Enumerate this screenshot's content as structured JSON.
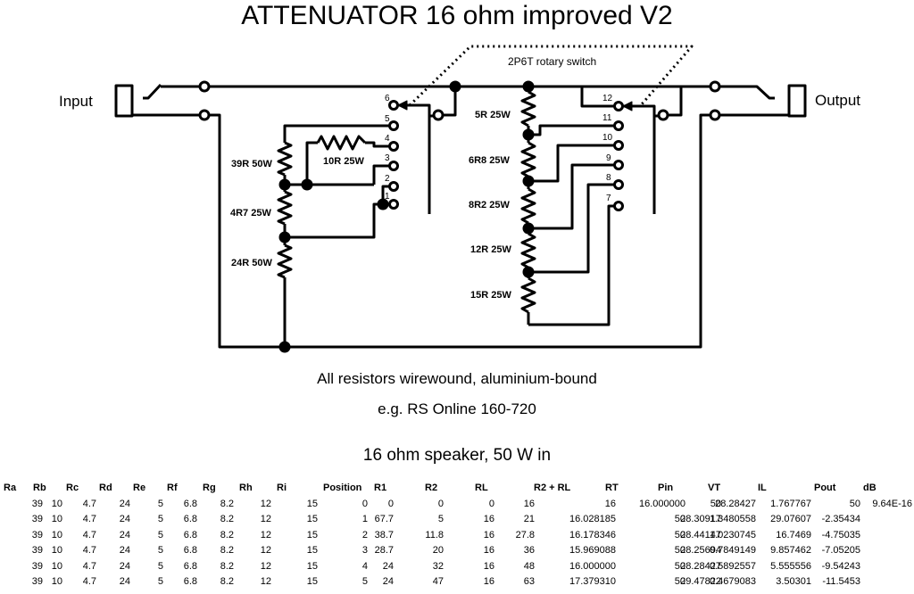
{
  "title": "ATTENUATOR 16 ohm improved V2",
  "schematic": {
    "input_label": "Input",
    "output_label": "Output",
    "switch_label": "2P6T rotary switch",
    "left_positions": [
      "6",
      "5",
      "4",
      "3",
      "2",
      "1"
    ],
    "right_positions": [
      "12",
      "11",
      "10",
      "9",
      "8",
      "7"
    ],
    "left_resistors": [
      "39R 50W",
      "4R7 25W",
      "24R 50W"
    ],
    "shunt_resistor": "10R 25W",
    "right_resistors": [
      "5R 25W",
      "6R8 25W",
      "8R2 25W",
      "12R 25W",
      "15R 25W"
    ]
  },
  "notes": {
    "line1": "All resistors wirewound, aluminium-bound",
    "line2": "e.g. RS Online 160-720",
    "table_title": "16 ohm speaker, 50 W in"
  },
  "table": {
    "headers": [
      "Ra",
      "Rb",
      "Rc",
      "Rd",
      "Re",
      "Rf",
      "Rg",
      "Rh",
      "Ri",
      "Position",
      "R1",
      "R2",
      "RL",
      "R2 + RL",
      "RT",
      "Pin",
      "VT",
      "IL",
      "Pout",
      "dB"
    ],
    "rows": [
      [
        "39",
        "10",
        "4.7",
        "24",
        "5",
        "6.8",
        "8.2",
        "12",
        "15",
        "0",
        "0",
        "0",
        "0",
        "16",
        "16",
        "16.000000",
        "50",
        "28.28427",
        "1.767767",
        "50",
        "9.64E-16"
      ],
      [
        "39",
        "10",
        "4.7",
        "24",
        "5",
        "6.8",
        "8.2",
        "12",
        "15",
        "1",
        "67.7",
        "5",
        "16",
        "21",
        "16.028185",
        "50",
        "28.30917",
        "1.3480558",
        "29.07607",
        "-2.35434"
      ],
      [
        "39",
        "10",
        "4.7",
        "24",
        "5",
        "6.8",
        "8.2",
        "12",
        "15",
        "2",
        "38.7",
        "11.8",
        "16",
        "27.8",
        "16.178346",
        "50",
        "28.44147",
        "1.0230745",
        "16.7469",
        "-4.75035"
      ],
      [
        "39",
        "10",
        "4.7",
        "24",
        "5",
        "6.8",
        "8.2",
        "12",
        "15",
        "3",
        "28.7",
        "20",
        "16",
        "36",
        "15.969088",
        "50",
        "28.25694",
        "0.7849149",
        "9.857462",
        "-7.05205"
      ],
      [
        "39",
        "10",
        "4.7",
        "24",
        "5",
        "6.8",
        "8.2",
        "12",
        "15",
        "4",
        "24",
        "32",
        "16",
        "48",
        "16.000000",
        "50",
        "28.28427",
        "0.5892557",
        "5.555556",
        "-9.54243"
      ],
      [
        "39",
        "10",
        "4.7",
        "24",
        "5",
        "6.8",
        "8.2",
        "12",
        "15",
        "5",
        "24",
        "47",
        "16",
        "63",
        "17.379310",
        "50",
        "29.47822",
        "0.4679083",
        "3.50301",
        "-11.5453"
      ]
    ]
  }
}
